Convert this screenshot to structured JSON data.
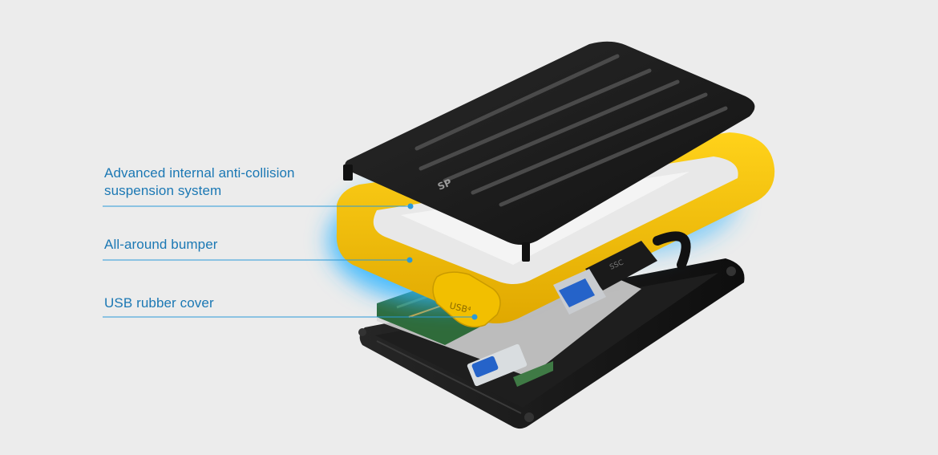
{
  "callouts": {
    "suspension": {
      "line1": "Advanced internal anti-collision",
      "line2": "suspension system"
    },
    "bumper": {
      "label": "All-around bumper"
    },
    "usb_cover": {
      "label": "USB rubber cover"
    }
  },
  "product": {
    "logo_text": "SP",
    "cover_text": "USB⁴"
  },
  "colors": {
    "background": "#ececec",
    "callout_text": "#1b78b4",
    "callout_line": "#2a9ad8",
    "bumper": "#f5c400",
    "shell": "#1a1a1a",
    "glow": "#2fb4ff",
    "pcb": "#2f6b3a",
    "usb_port": "#2563c9"
  }
}
